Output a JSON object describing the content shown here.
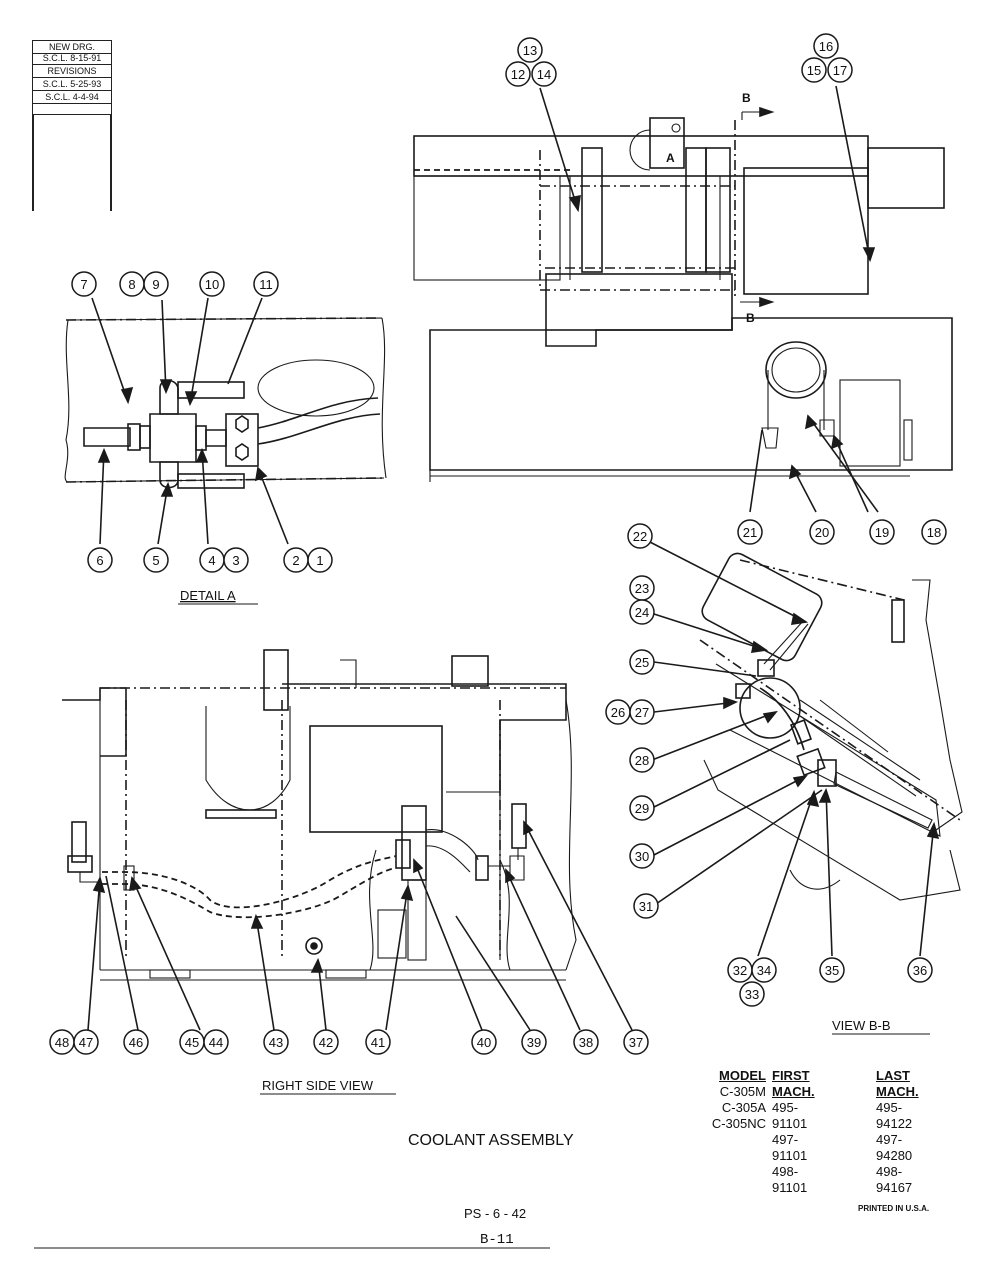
{
  "revision_block": {
    "rows": [
      "NEW DRG.",
      "S.C.L. 8-15-91",
      "REVISIONS",
      "S.C.L. 5-25-93",
      "S.C.L. 4-4-94"
    ]
  },
  "views": {
    "detail_a": "DETAIL A",
    "right_side": "RIGHT SIDE VIEW",
    "view_bb": "VIEW B-B"
  },
  "section_marks": {
    "section": "B",
    "detail": "A"
  },
  "callouts": {
    "c1": "1",
    "c2": "2",
    "c3": "3",
    "c4": "4",
    "c5": "5",
    "c6": "6",
    "c7": "7",
    "c8": "8",
    "c9": "9",
    "c10": "10",
    "c11": "11",
    "c12": "12",
    "c13": "13",
    "c14": "14",
    "c15": "15",
    "c16": "16",
    "c17": "17",
    "c18": "18",
    "c19": "19",
    "c20": "20",
    "c21": "21",
    "c22": "22",
    "c23": "23",
    "c24": "24",
    "c25": "25",
    "c26": "26",
    "c27": "27",
    "c28": "28",
    "c29": "29",
    "c30": "30",
    "c31": "31",
    "c32": "32",
    "c33": "33",
    "c34": "34",
    "c35": "35",
    "c36": "36",
    "c37": "37",
    "c38": "38",
    "c39": "39",
    "c40": "40",
    "c41": "41",
    "c42": "42",
    "c43": "43",
    "c44": "44",
    "c45": "45",
    "c46": "46",
    "c47": "47",
    "c48": "48"
  },
  "model_table": {
    "headers": [
      "MODEL",
      "FIRST MACH.",
      "LAST MACH."
    ],
    "rows": [
      [
        "C-305M",
        "495-91101",
        "495-94122"
      ],
      [
        "C-305A",
        "497-91101",
        "497-94280"
      ],
      [
        "C-305NC",
        "498-91101",
        "498-94167"
      ]
    ]
  },
  "title": "COOLANT ASSEMBLY",
  "page_code": "PS - 6 - 42",
  "page_number": "B-11",
  "printed": "PRINTED IN U.S.A."
}
